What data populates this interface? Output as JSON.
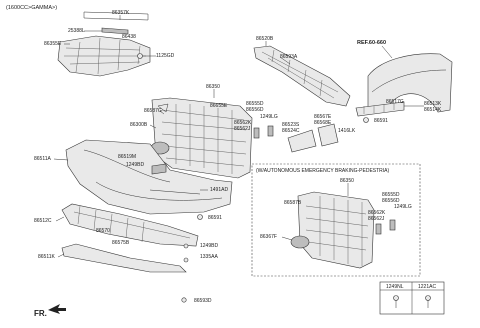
{
  "header": {
    "variant": "(1600CC>GAMMA>)"
  },
  "parts": {
    "p86357K": "86357K",
    "p25388L": "25388L",
    "p86438": "86438",
    "p86355E": "86355E",
    "p1125GD": "1125GD",
    "p86520B": "86520B",
    "p86593A": "86593A",
    "ref": "REF.60-660",
    "p86350": "86350",
    "p86587G": "86587G",
    "p86655E": "86655E",
    "p86555D": "86555D",
    "p86556D": "86556D",
    "p86300B": "86300B",
    "p86562K": "86562K",
    "p86562J": "86562J",
    "p1249LG": "1249LG",
    "p86523S": "86523S",
    "p86524C": "86524C",
    "p86567E": "86567E",
    "p86568E": "86568E",
    "p86517G": "86517G",
    "p86513K": "86513K",
    "p86514K": "86514K",
    "p1416LK": "1416LK",
    "p86591": "86591",
    "p86511A": "86511A",
    "p86519M": "86519M",
    "p1249BD": "1249BD",
    "p1491AD": "1491AD",
    "p86591b": "86591",
    "p86512C": "86512C",
    "p86570": "86570",
    "p86575B": "86575B",
    "p1249BDb": "1249BD",
    "p86511K": "86511K",
    "p1335AA": "1335AA",
    "p86593D": "86593D",
    "aeb_title": "(W/AUTONOMOUS EMERGENCY BRAKING-PEDESTRIA)",
    "aeb86350": "86350",
    "aeb86587B": "86587B",
    "aeb86555D": "86555D",
    "aeb86556D": "86556D",
    "aeb86562K": "86562K",
    "aeb86562J": "86562J",
    "aeb1249LG": "1249LG",
    "aeb86367F": "86367F",
    "fr": "FR."
  },
  "legend": {
    "col1": "1249NL",
    "col2": "1221AC"
  }
}
